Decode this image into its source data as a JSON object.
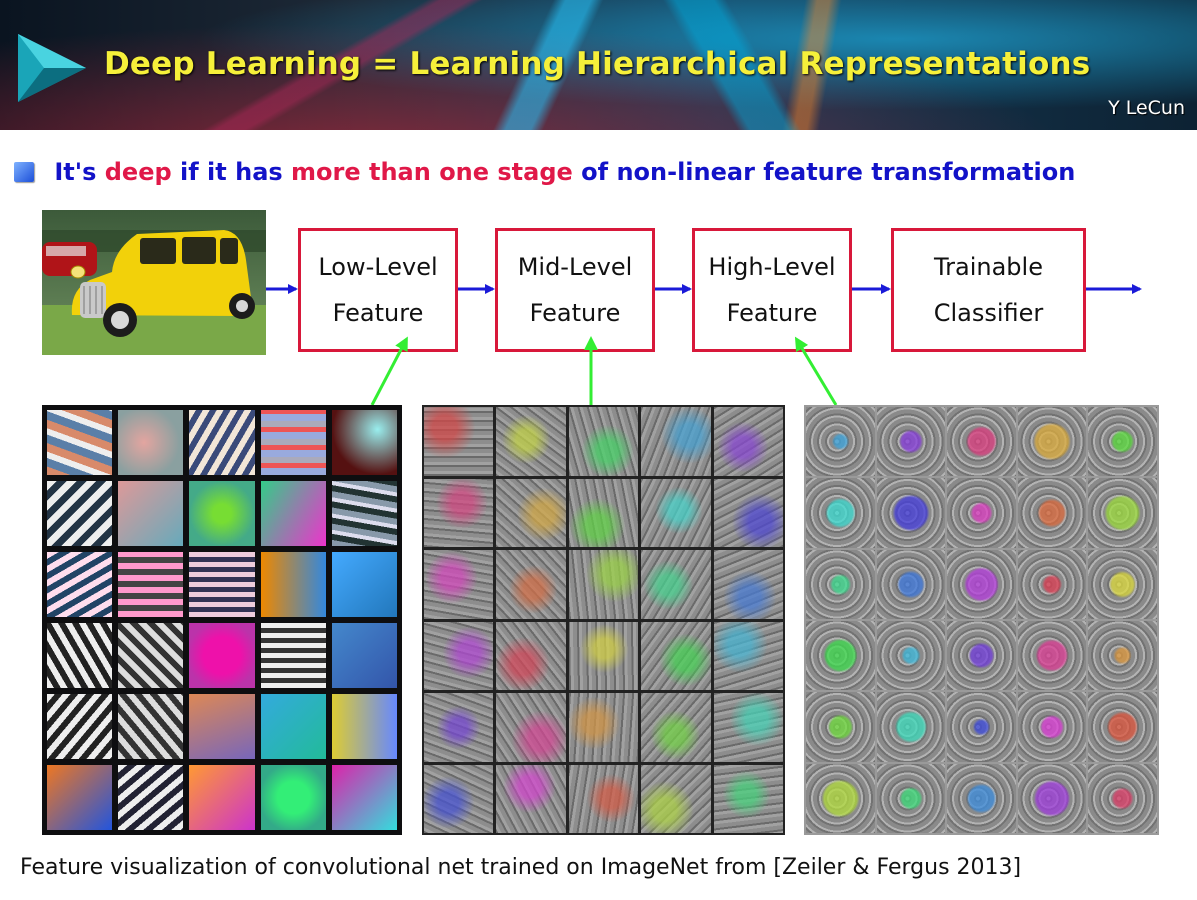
{
  "slide": {
    "title": "Deep Learning = Learning Hierarchical Representations",
    "author": "Y LeCun",
    "bullet": [
      {
        "text": "It's ",
        "color": "blue"
      },
      {
        "text": "deep",
        "color": "red"
      },
      {
        "text": " if it has ",
        "color": "blue"
      },
      {
        "text": "more than one stage",
        "color": "red"
      },
      {
        "text": " of non-linear feature transformation",
        "color": "blue"
      }
    ],
    "caption": "Feature visualization of convolutional net trained on ImageNet from [Zeiler & Fergus 2013]"
  },
  "pipeline": {
    "stages": [
      {
        "line1": "Low-Level",
        "line2": "Feature"
      },
      {
        "line1": "Mid-Level",
        "line2": "Feature"
      },
      {
        "line1": "High-Level",
        "line2": "Feature"
      },
      {
        "line1": "Trainable",
        "line2": "Classifier"
      }
    ]
  },
  "colors": {
    "title": "#f6f03a",
    "blue_text": "#1212c8",
    "red_text": "#e01848",
    "box_border": "#d8183a",
    "flow_arrow": "#1a1ad8",
    "pointer_arrow": "#33ee33"
  },
  "icons": {
    "logo": "teal-triangle-logo-icon",
    "bullet": "blue-square-bullet-icon"
  },
  "feature_grids": {
    "rows": 6,
    "cols": 5,
    "levels": [
      "low",
      "mid",
      "high"
    ]
  }
}
